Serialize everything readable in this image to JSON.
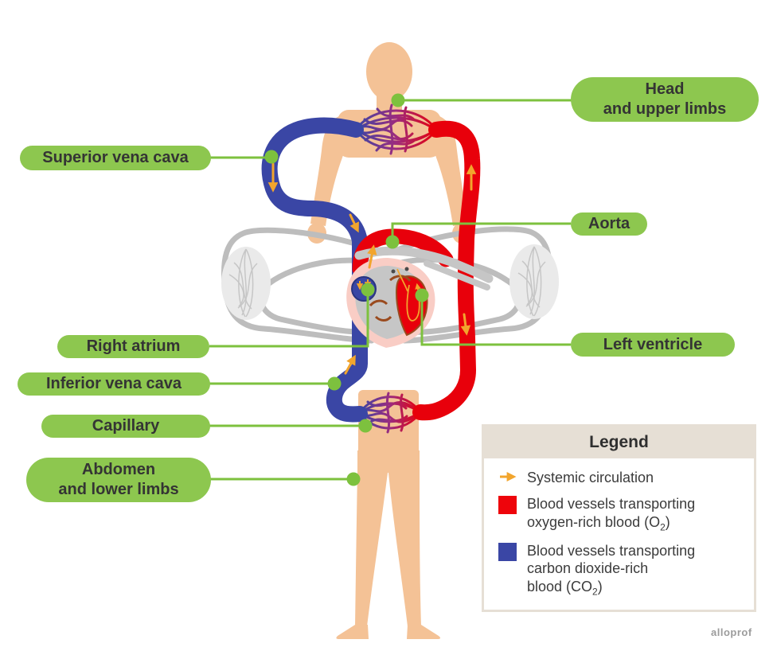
{
  "diagram": {
    "watermark": "alloprof",
    "labels": {
      "head_upper_limbs": "Head\nand upper limbs",
      "superior_vena_cava": "Superior vena cava",
      "aorta": "Aorta",
      "right_atrium": "Right atrium",
      "left_ventricle": "Left ventricle",
      "inferior_vena_cava": "Inferior vena cava",
      "capillary": "Capillary",
      "abdomen_lower_limbs": "Abdomen\nand lower limbs"
    },
    "legend": {
      "title": "Legend",
      "systemic": "Systemic circulation",
      "oxygen_line1": "Blood vessels transporting",
      "oxygen_line2_pre": "oxygen-rich blood (O",
      "oxygen_sub": "2",
      "oxygen_post": ")",
      "co2_line1": "Blood vessels transporting",
      "co2_line2": "carbon dioxide-rich",
      "co2_line3_pre": "blood (CO",
      "co2_sub": "2",
      "co2_post": ")"
    },
    "colors": {
      "label_green": "#8DC74F",
      "connector_green": "#7DC13E",
      "artery_red": "#E8000B",
      "vein_blue": "#3A46A5",
      "systemic_orange": "#F2A52D",
      "skin": "#F4C296",
      "pulmonary_gray": "#BDBDBD",
      "legend_beige": "#E6DFD5",
      "heart_pink": "#F9CDC5"
    }
  }
}
